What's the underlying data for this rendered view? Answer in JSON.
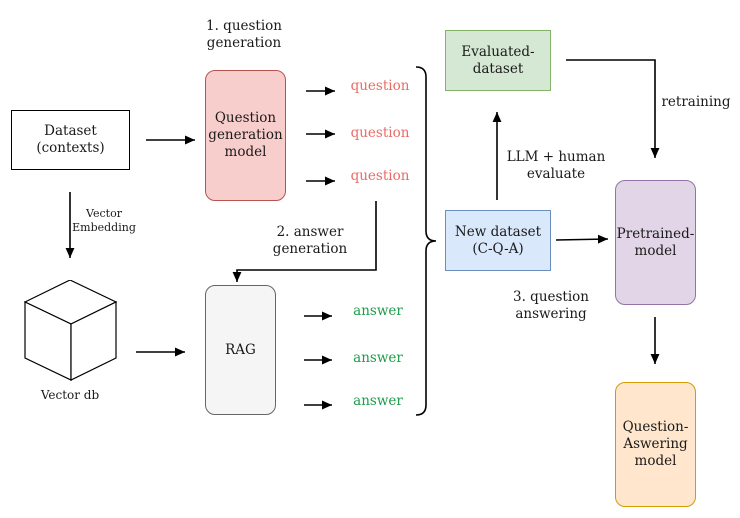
{
  "nodes": {
    "dataset": "Dataset\n(contexts)",
    "qgen_model": "Question\ngeneration\nmodel",
    "rag": "RAG",
    "evaluated": "Evaluated-\ndataset",
    "new_dataset": "New dataset\n(C-Q-A)",
    "pretrained": "Pretrained-\nmodel",
    "qa_model": "Question-\nAswering\nmodel",
    "vector_db": "Vector db"
  },
  "labels": {
    "step1": "1. question\ngeneration",
    "step2": "2. answer\ngeneration",
    "step3": "3. question\nanswering",
    "vector_embedding": "Vector\nEmbedding",
    "llm_eval": "LLM + human\nevaluate",
    "retraining": "retraining"
  },
  "questions": [
    "question",
    "question",
    "question"
  ],
  "answers": [
    "answer",
    "answer",
    "answer"
  ],
  "colors": {
    "question_text": "#ea6b66",
    "answer_text": "#1e9c4c",
    "qgen_fill": "#f8cecc",
    "qgen_border": "#b85450",
    "rag_fill": "#f5f5f5",
    "rag_border": "#666666",
    "evaluated_fill": "#d5e8d4",
    "evaluated_border": "#82b366",
    "new_dataset_fill": "#dae8fc",
    "new_dataset_border": "#6c8ebf",
    "pretrained_fill": "#e1d5e7",
    "pretrained_border": "#9673a6",
    "qa_fill": "#ffe6cc",
    "qa_border": "#d79b00"
  }
}
